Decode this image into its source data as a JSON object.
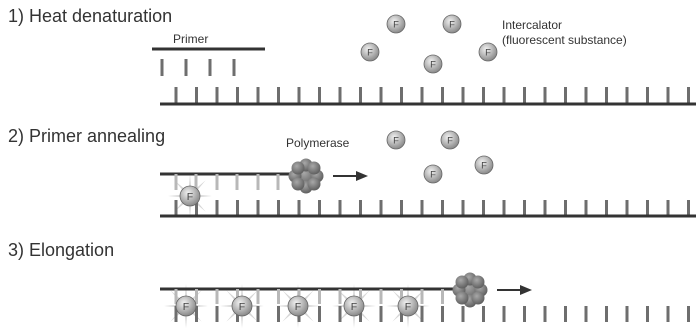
{
  "steps": [
    {
      "title": "1) Heat denaturation"
    },
    {
      "title": "2) Primer annealing"
    },
    {
      "title": "3) Elongation"
    }
  ],
  "labels": {
    "primer": "Primer",
    "intercalator_line1": "Intercalator",
    "intercalator_line2": "(fluorescent substance)",
    "polymerase": "Polymerase"
  },
  "dye_letter": "F",
  "colors": {
    "strand": "#333333",
    "template_ticks": "#6e6e6e",
    "new_ticks": "#b8b8b8",
    "polymerase": "#5a5a5a",
    "dye": "#8a8a8a",
    "glow": "#b5b5b5",
    "text": "#333333"
  }
}
